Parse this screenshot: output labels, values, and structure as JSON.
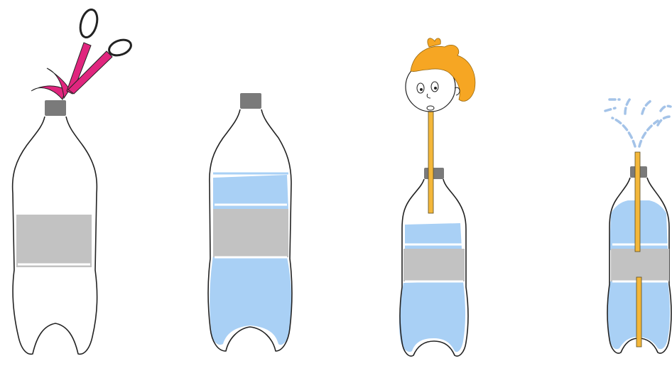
{
  "steps": [
    {
      "id": "step-1",
      "icon": "scissors-icon",
      "water": "none",
      "straw": "none"
    },
    {
      "id": "step-2",
      "icon": "bottle-icon",
      "water": "filled",
      "straw": "none"
    },
    {
      "id": "step-3",
      "icon": "boy-face-icon",
      "water": "filled",
      "straw": "blowing"
    },
    {
      "id": "step-4",
      "icon": "water-spray-icon",
      "water": "filled",
      "straw": "fountain"
    }
  ],
  "colors": {
    "outline": "#222222",
    "cap": "#7a7a7a",
    "label": "#c2c2c2",
    "water": "#a9d0f5",
    "straw": "#f3b73a",
    "scissors": "#e0267e",
    "hair": "#f6a623",
    "spray": "#a4c3e8"
  }
}
